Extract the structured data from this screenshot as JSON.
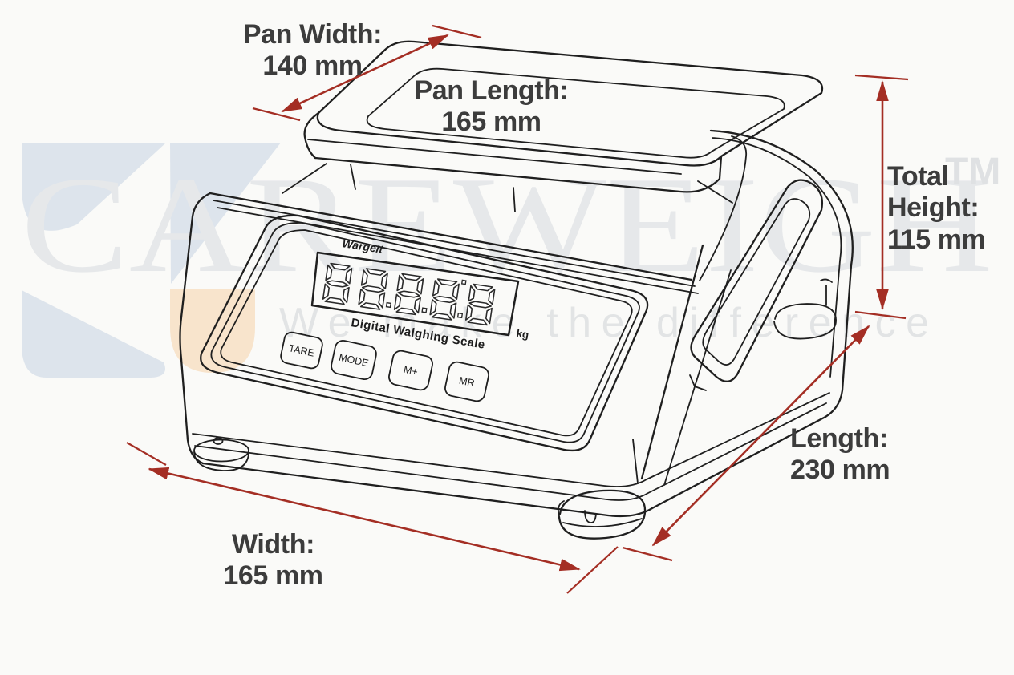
{
  "background": {
    "watermark_brand": "CAREWEIGH",
    "watermark_tm": "TM",
    "watermark_tagline": "We make the difference",
    "logo_blue": "#dde4ec",
    "logo_peach": "#f8e4cc"
  },
  "annotations": {
    "arrow_color": "#a42e24",
    "text_color": "#3c3c3c",
    "pan_width": {
      "label": "Pan Width:",
      "value": "140 mm"
    },
    "pan_length": {
      "label": "Pan Length:",
      "value": "165 mm"
    },
    "total_height": {
      "line1": "Total",
      "line2": "Height:",
      "value": "115 mm"
    },
    "length": {
      "label": "Length:",
      "value": "230 mm"
    },
    "width": {
      "label": "Width:",
      "value": "165 mm"
    }
  },
  "scale_device": {
    "brand": "Wargeit",
    "caption": "Digital Walghing Scale",
    "unit": "kg",
    "display_digits": "88888",
    "display_dots": {
      "baseline_after": [
        1,
        2,
        3
      ],
      "top_after": [
        3
      ]
    },
    "buttons": [
      "TARE",
      "MODE",
      "M+",
      "MR"
    ]
  }
}
